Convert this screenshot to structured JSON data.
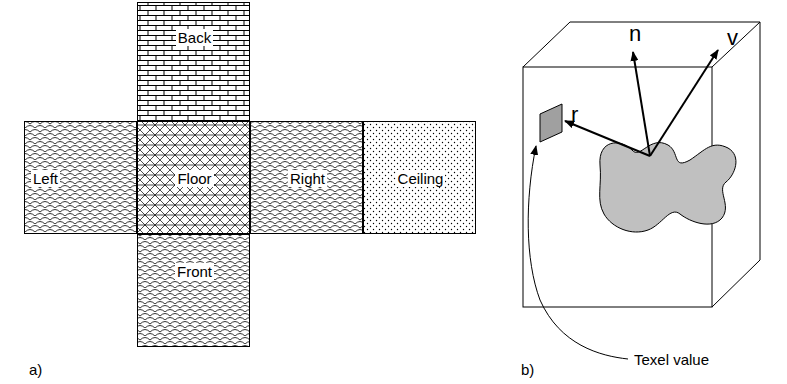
{
  "diagram": {
    "nodes": [
      {
        "text": [
          "Back"
        ]
      },
      {
        "text": [
          "Left"
        ]
      },
      {
        "text": [
          "Floor"
        ]
      },
      {
        "text": [
          "Right"
        ]
      },
      {
        "text": [
          "Ceiling"
        ]
      },
      {
        "text": [
          "Front"
        ]
      }
    ],
    "labels": [
      "a)",
      "b)",
      "n",
      "v",
      "r",
      "Texel value"
    ]
  }
}
